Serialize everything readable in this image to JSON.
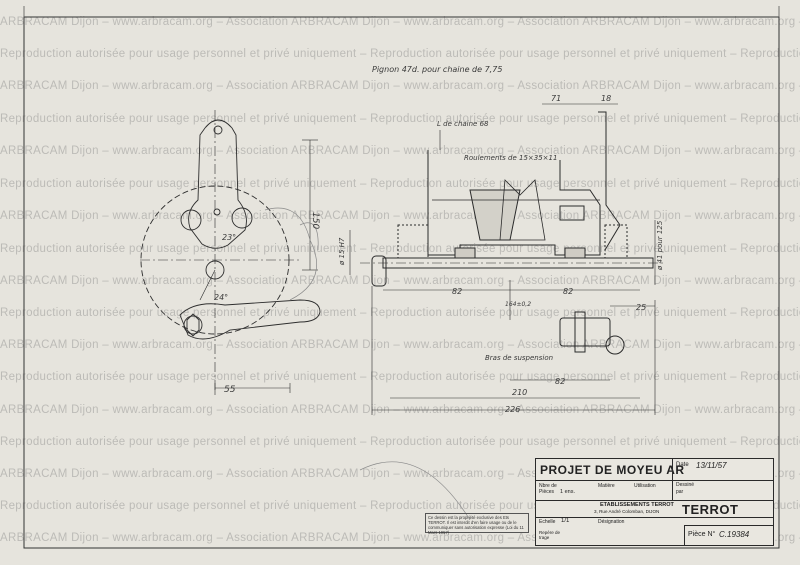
{
  "watermark": {
    "line_a": "ARBRACAM Dijon – www.arbracam.org – Association ARBRACAM Dijon – www.arbracam.org – Association ARBRACAM Dijon – www.arbracam.org – Association",
    "line_b": "Reproduction autorisée pour usage personnel et privé uniquement – Reproduction autorisée pour usage personnel et privé uniquement – Reproduction autorisée"
  },
  "annotations": {
    "pignon": "Pignon 47d. pour chaine de 7,75",
    "ligne_chaine": "L de chaine 68",
    "roulements": "Roulements de 15×35×11",
    "bras": "Bras de suspension",
    "diam_left": "ø 15 H7",
    "diam_right": "ø 41 pour 125",
    "dim_71": "71",
    "dim_18": "18",
    "dim_150": "150",
    "dim_82a": "82",
    "dim_82b": "82",
    "dim_25": "25",
    "dim_82c": "82",
    "dim_210": "210",
    "dim_226": "226",
    "dim_55": "55",
    "dim_23": "23°",
    "dim_24": "24°",
    "dim_center": "164±0,2"
  },
  "title_block": {
    "title": "PROJET DE MOYEU AR",
    "date_label": "Date",
    "date_value": "13/11/57",
    "dessine_label": "Dessiné",
    "verifie_label": "par",
    "nombre_label": "Nbre de Pièces",
    "nombre_value": "1 ens.",
    "matiere_label": "Matière",
    "utilisation_label": "Utilisation",
    "etab_line1": "ETABLISSEMENTS TERROT",
    "etab_line2": "3, Rue André Colomban, DIJON",
    "echelle_label": "Echelle",
    "echelle_value": "1/1",
    "designation_label": "Désignation",
    "reperage_label": "Repère de trage",
    "brand": "TERROT",
    "piece_label": "Pièce N°",
    "piece_value": "C.19384"
  },
  "stamp": {
    "text": "Ce dessin est la propriété exclusive des Ets TERROT. Il est interdit d'en faire usage ou de le communiquer sans autorisation expresse (Loi du 11 Mars 1957)"
  }
}
